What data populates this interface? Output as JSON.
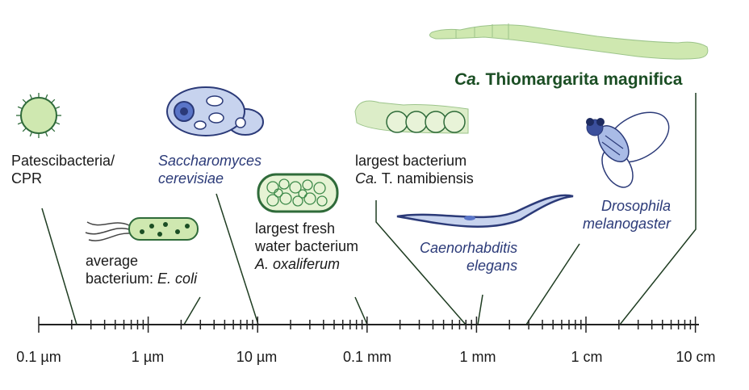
{
  "organisms": {
    "cpr": {
      "line1": "Patescibacteria/",
      "line2": "CPR"
    },
    "ecoli": {
      "line1": "average",
      "line2_prefix": "bacterium: ",
      "line2_italic": "E. coli"
    },
    "yeast": {
      "line1": "Saccharomyces",
      "line2": "cerevisiae"
    },
    "oxaliferum": {
      "line1": "largest fresh",
      "line2": "water bacterium",
      "line3": "A. oxaliferum"
    },
    "namibiensis": {
      "line1": "largest bacterium",
      "line2_italic": "Ca.",
      "line2_rest": " T. namibiensis"
    },
    "elegans": {
      "line1": "Caenorhabditis",
      "line2": "elegans"
    },
    "drosophila": {
      "line1": "Drosophila",
      "line2": "melanogaster"
    },
    "magnifica": {
      "italic": "Ca.",
      "rest": " Thiomargarita magnifica"
    }
  },
  "axis": {
    "tick_labels": [
      "0.1 µm",
      "1 µm",
      "10 µm",
      "0.1 mm",
      "1 mm",
      "1 cm",
      "10 cm"
    ]
  },
  "colors": {
    "bacteria_fill": "#cfe8b0",
    "bacteria_stroke": "#2f6b3a",
    "eukaryote_fill": "#c7d3ee",
    "eukaryote_stroke": "#2b3a78",
    "axis": "#222222"
  }
}
